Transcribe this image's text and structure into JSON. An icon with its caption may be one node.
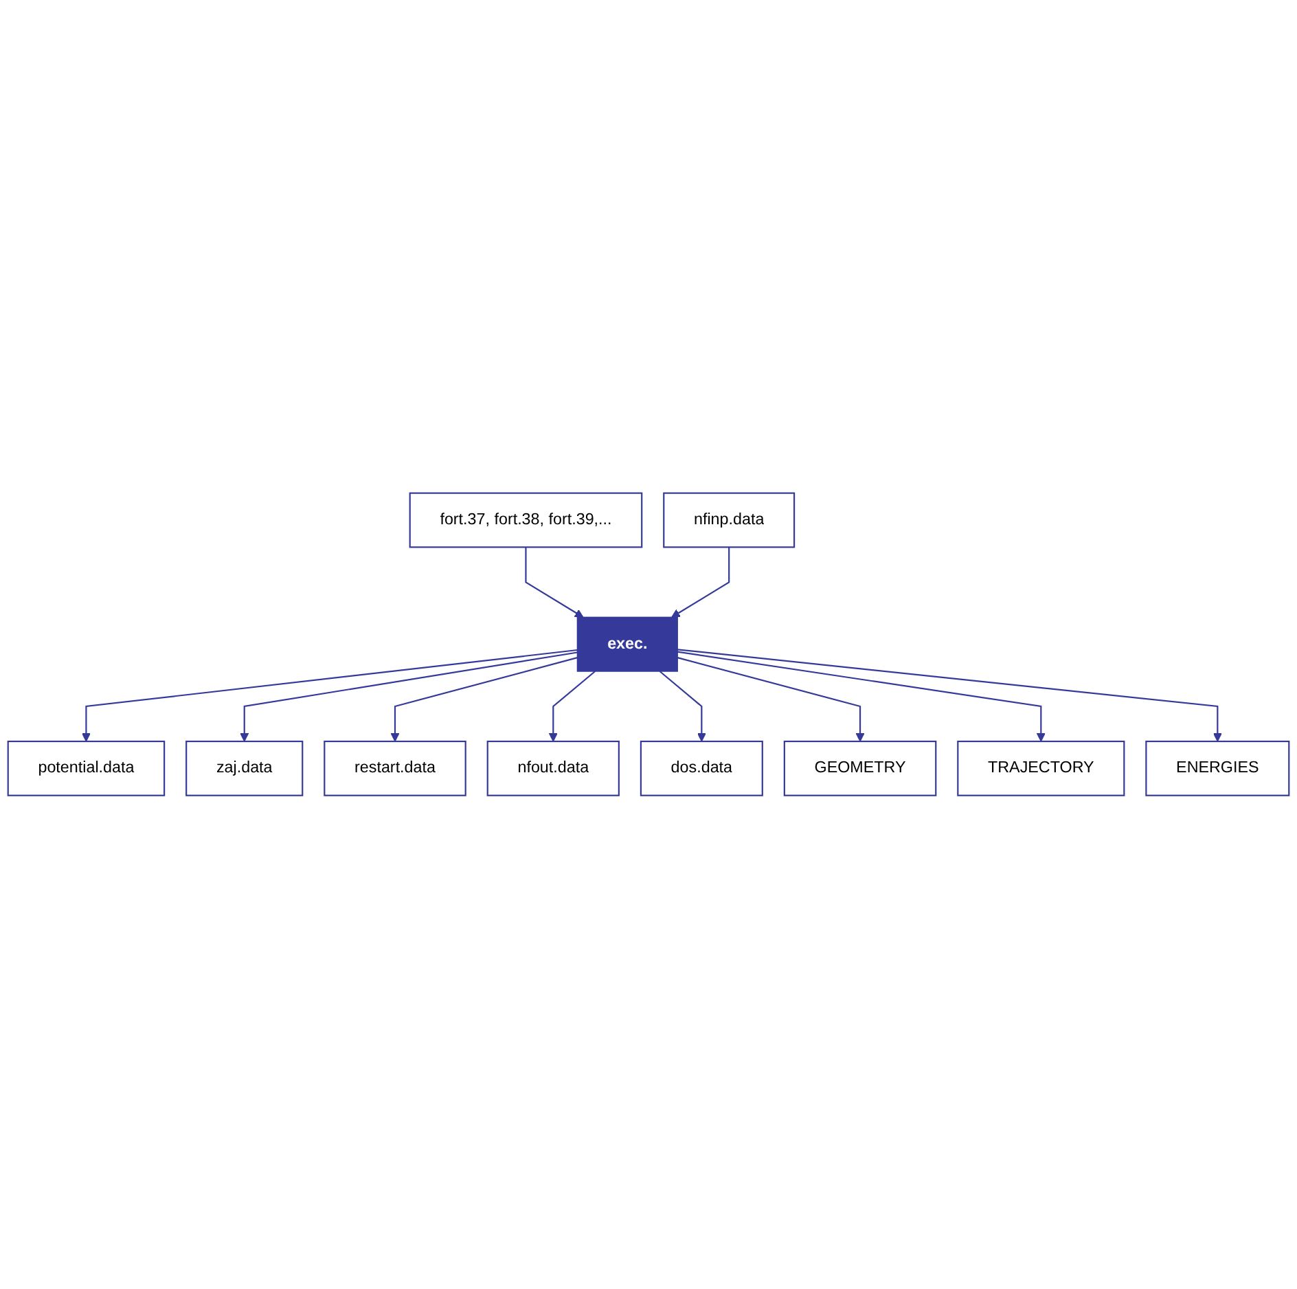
{
  "diagram": {
    "nodes": [
      {
        "text": [
          "fort.37, fort.38, fort.39,..."
        ]
      },
      {
        "text": [
          "nfinp.data"
        ]
      },
      {
        "text": [
          "exec."
        ]
      },
      {
        "text": [
          "potential.data"
        ]
      },
      {
        "text": [
          "zaj.data"
        ]
      },
      {
        "text": [
          "restart.data"
        ]
      },
      {
        "text": [
          "nfout.data"
        ]
      },
      {
        "text": [
          "dos.data"
        ]
      },
      {
        "text": [
          "GEOMETRY"
        ]
      },
      {
        "text": [
          "TRAJECTORY"
        ]
      },
      {
        "text": [
          "ENERGIES"
        ]
      }
    ],
    "edges": [
      {
        "from": 0,
        "to": 2,
        "arrow": "to"
      },
      {
        "from": 1,
        "to": 2,
        "arrow": "to"
      },
      {
        "from": 2,
        "to": 3,
        "arrow": "to"
      },
      {
        "from": 2,
        "to": 4,
        "arrow": "to"
      },
      {
        "from": 2,
        "to": 5,
        "arrow": "to"
      },
      {
        "from": 2,
        "to": 6,
        "arrow": "to"
      },
      {
        "from": 2,
        "to": 7,
        "arrow": "to"
      },
      {
        "from": 2,
        "to": 8,
        "arrow": "to"
      },
      {
        "from": 2,
        "to": 9,
        "arrow": "to"
      },
      {
        "from": 2,
        "to": 10,
        "arrow": "to"
      }
    ]
  }
}
